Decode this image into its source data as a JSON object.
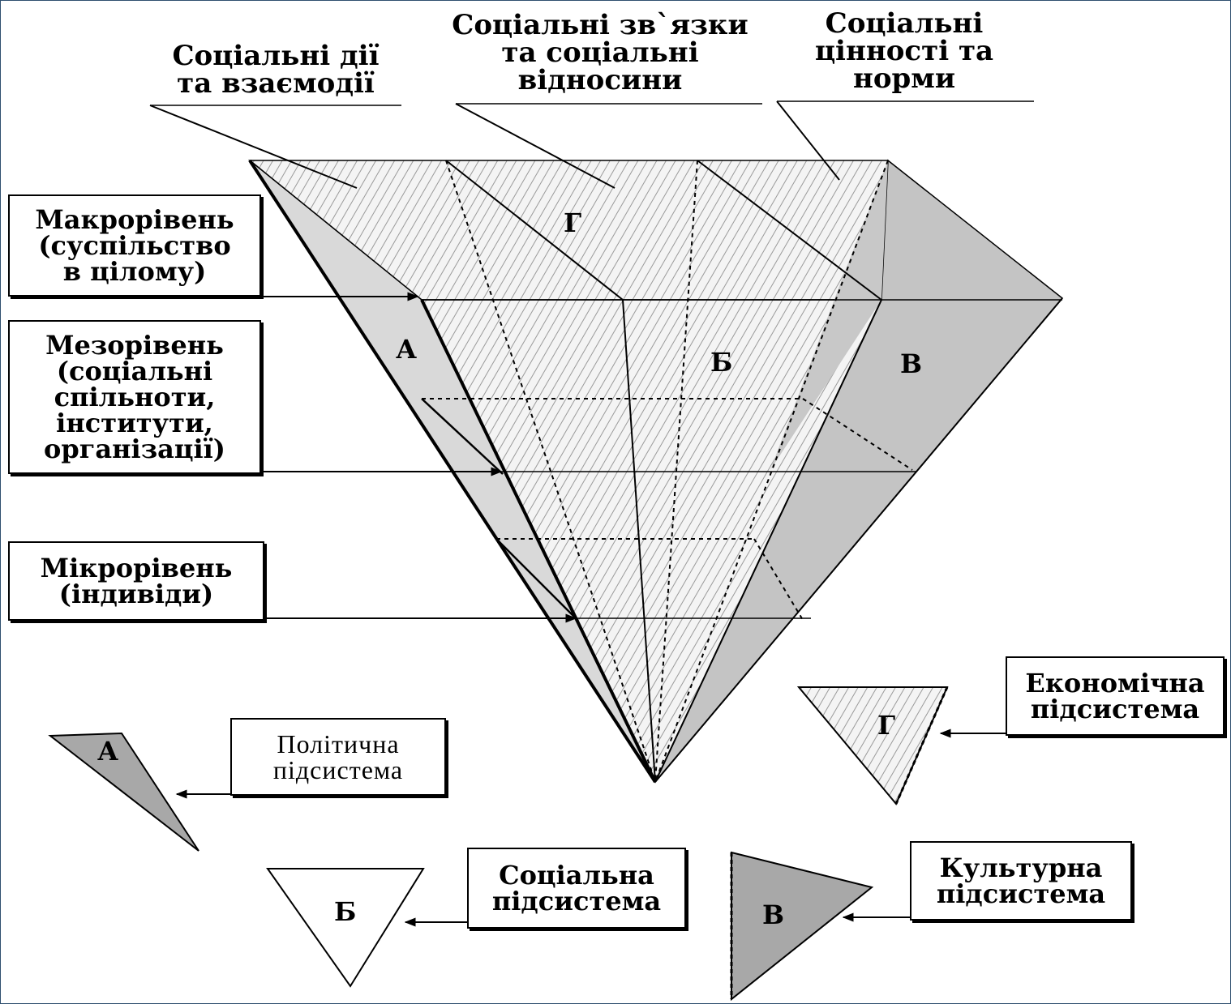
{
  "top_labels": {
    "actions": [
      "Соціальні дії",
      "та взаємодії"
    ],
    "connections": [
      "Соціальні зв`язки",
      "та соціальні",
      "відносини"
    ],
    "values": [
      "Соціальні",
      "цінності та",
      "норми"
    ]
  },
  "levels": {
    "macro": [
      "Макрорівень",
      "(суспільство",
      "в цілому)"
    ],
    "meso": [
      "Мезорівень",
      "(соціальні",
      "спільноти,",
      "інститути,",
      "організації)"
    ],
    "micro": [
      "Мікрорівень",
      "(індивіди)"
    ]
  },
  "face_letters": {
    "a": "А",
    "b": "Б",
    "v": "В",
    "g": "Г"
  },
  "subsystems": {
    "political": {
      "letter": "А",
      "label": [
        "Політична",
        "підсистема"
      ]
    },
    "social": {
      "letter": "Б",
      "label": [
        "Соціальна",
        "підсистема"
      ]
    },
    "economic": {
      "letter": "Г",
      "label": [
        "Економічна",
        "підсистема"
      ]
    },
    "cultural": {
      "letter": "В",
      "label": [
        "Культурна",
        "підсистема"
      ]
    }
  },
  "colors": {
    "light_gray": "#d9d9d9",
    "mid_gray": "#c4c4c4",
    "dark_gray": "#a8a8a8",
    "hatch": "#9a9a9a",
    "frame": "#2f4f6f"
  }
}
